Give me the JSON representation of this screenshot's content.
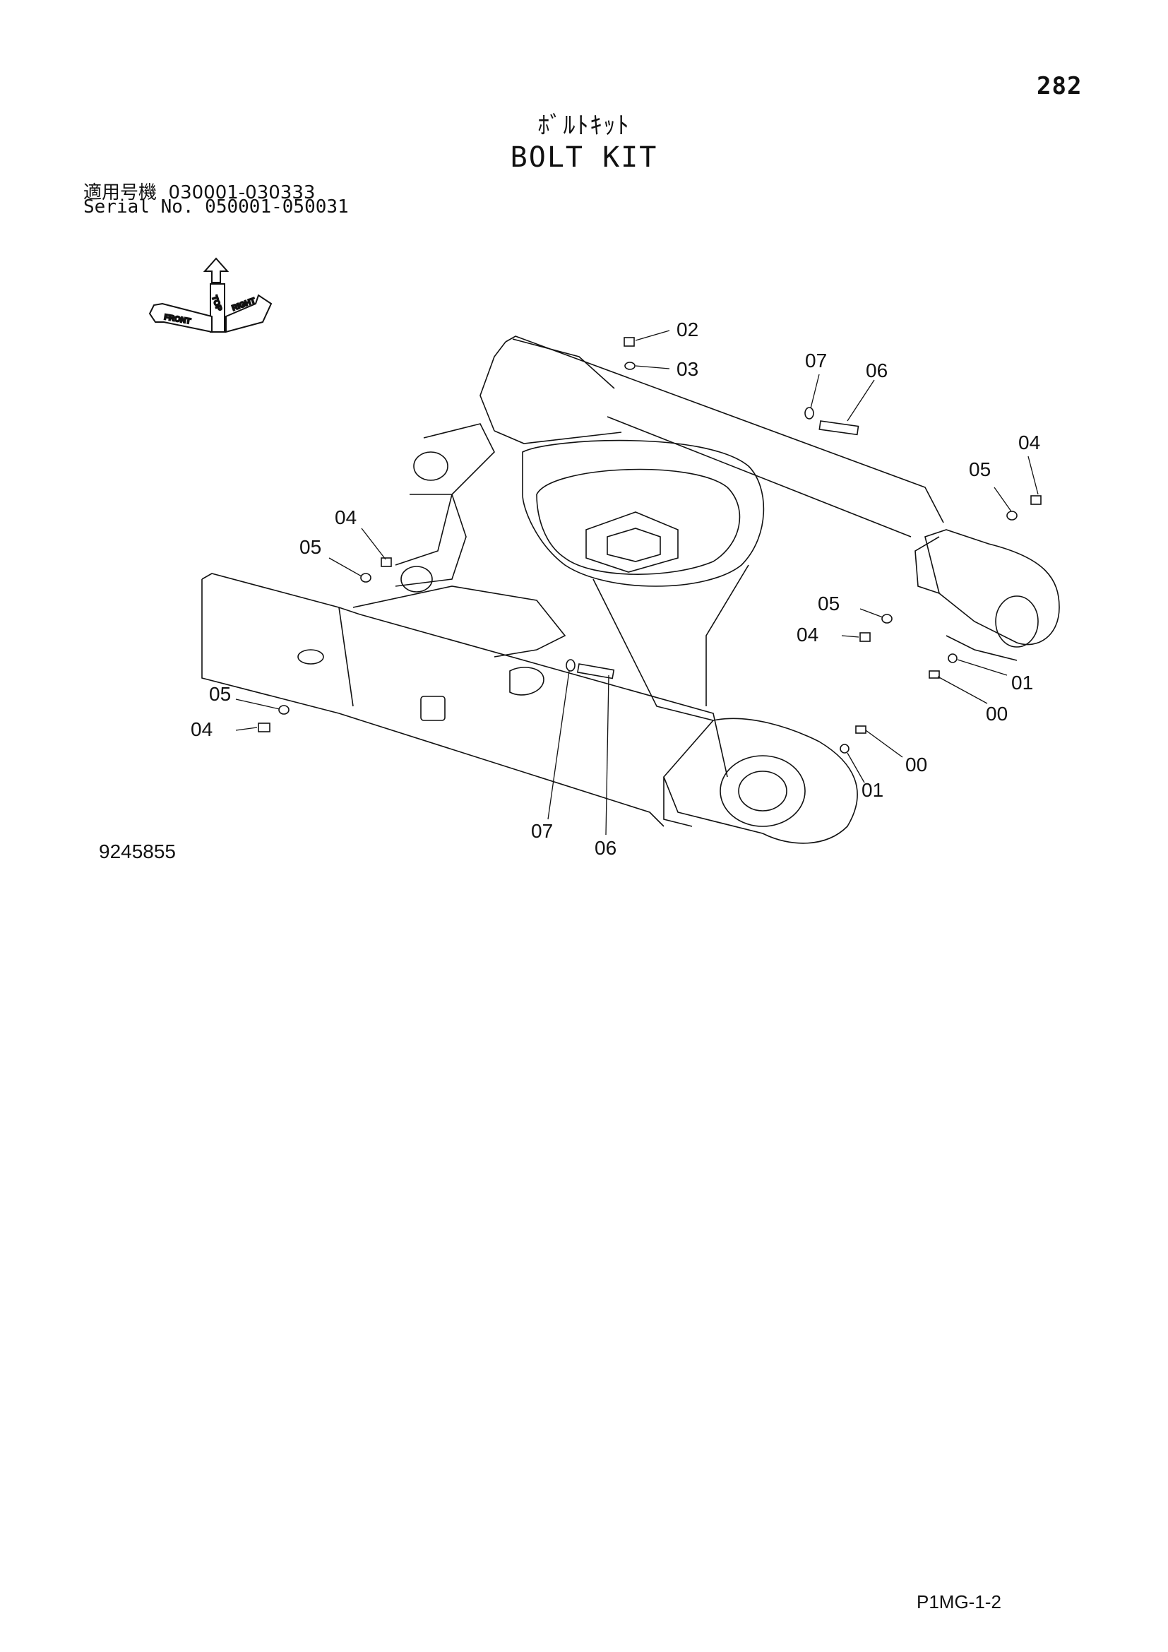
{
  "header": {
    "page_number": "282",
    "title_ja": "ﾎﾞﾙﾄｷｯﾄ",
    "title_en": "BOLT KIT",
    "serial_ja": "適用号機  030001-030333",
    "serial_en": "Serial No. 050001-050031"
  },
  "orientation_arrows": {
    "front": "FRONT",
    "top": "TOP",
    "right": "RIGHT"
  },
  "callouts": [
    {
      "id": "c1",
      "label": "02"
    },
    {
      "id": "c2",
      "label": "03"
    },
    {
      "id": "c3",
      "label": "07"
    },
    {
      "id": "c4",
      "label": "06"
    },
    {
      "id": "c5",
      "label": "04"
    },
    {
      "id": "c6",
      "label": "05"
    },
    {
      "id": "c7",
      "label": "04"
    },
    {
      "id": "c8",
      "label": "05"
    },
    {
      "id": "c9",
      "label": "05"
    },
    {
      "id": "c10",
      "label": "04"
    },
    {
      "id": "c11",
      "label": "01"
    },
    {
      "id": "c12",
      "label": "00"
    },
    {
      "id": "c13",
      "label": "05"
    },
    {
      "id": "c14",
      "label": "04"
    },
    {
      "id": "c15",
      "label": "00"
    },
    {
      "id": "c16",
      "label": "01"
    },
    {
      "id": "c17",
      "label": "07"
    },
    {
      "id": "c18",
      "label": "06"
    }
  ],
  "figure_number": "9245855",
  "page_code": "P1MG-1-2"
}
